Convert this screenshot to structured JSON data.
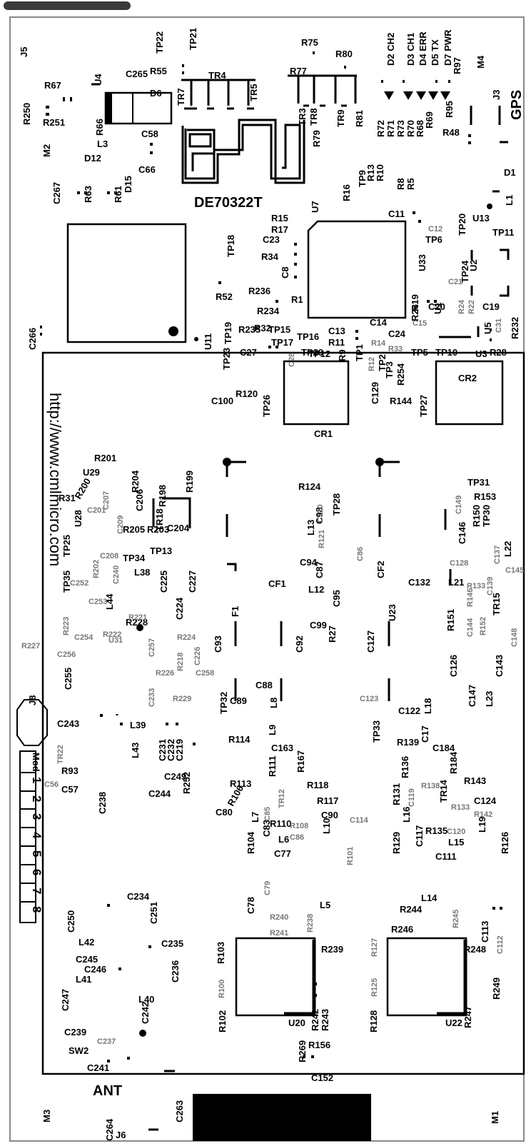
{
  "board": {
    "part_number": "DE70322T",
    "url": "http://www.cmlmicro.com",
    "gps_label": "GPS",
    "ant_label": "ANT",
    "mod_label": "Mod",
    "mod_numbers": [
      "1",
      "2",
      "3",
      "4",
      "5",
      "6",
      "7",
      "8"
    ]
  },
  "leds": [
    "D2 CH2",
    "D3 CH1",
    "D4 ERR",
    "D5 TX",
    "D7 PWR"
  ],
  "chips": {
    "cr1": "CR1",
    "cr2": "CR2",
    "u20": "U20",
    "u22": "U22"
  },
  "designators": {
    "J5": "J5",
    "R67": "R67",
    "R250": "R250",
    "R251": "R251",
    "M2": "M2",
    "U4": "U4",
    "C265": "C265",
    "R55": "R55",
    "TP22": "TP22",
    "TP21": "TP21",
    "TR4": "TR4",
    "TR7": "TR7",
    "TR5": "TR5",
    "D6": "D6",
    "R66": "R66",
    "L3": "L3",
    "C58": "C58",
    "D12": "D12",
    "C66": "C66",
    "D15": "D15",
    "C267": "C267",
    "R63": "R63",
    "R61": "R61",
    "R75": "R75",
    "R80": "R80",
    "R77": "R77",
    "TR3": "TR3",
    "TR8": "TR8",
    "TR9": "TR9",
    "R79": "R79",
    "R81": "R81",
    "M4": "M4",
    "R97": "R97",
    "J3": "J3",
    "R72": "R72",
    "R71": "R71",
    "R73": "R73",
    "R70": "R70",
    "R68": "R68",
    "R69": "R69",
    "R95": "R95",
    "R48": "R48",
    "R16": "R16",
    "TP9": "TP9",
    "R13": "R13",
    "R10": "R10",
    "R8": "R8",
    "R5": "R5",
    "D1": "D1",
    "L1": "L1",
    "C11": "C11",
    "U13": "U13",
    "TP20": "TP20",
    "TP11": "TP11",
    "C12": "C12",
    "TP6": "TP6",
    "U7": "U7",
    "R15": "R15",
    "R17": "R17",
    "C23": "C23",
    "TP18": "TP18",
    "R34": "R34",
    "C8": "C8",
    "R1": "R1",
    "U33": "U33",
    "TP24": "TP24",
    "U2": "U2",
    "C21": "C21",
    "R52": "R52",
    "R236": "R236",
    "R234": "R234",
    "R19": "R19",
    "R26": "R26",
    "C20": "C20",
    "R24": "R24",
    "R22": "R22",
    "C19": "C19",
    "U1": "U1",
    "C31": "C31",
    "R232": "R232",
    "U5": "U5",
    "C266": "C266",
    "U11": "U11",
    "TP19": "TP19",
    "R235": "R235",
    "TP15": "TP15",
    "TP16": "TP16",
    "C13": "C13",
    "C14": "C14",
    "R11": "R11",
    "R14": "R14",
    "C24": "C24",
    "C15": "C15",
    "R9": "R9",
    "R33": "R33",
    "TP17": "TP17",
    "R32": "R32",
    "TP12": "TP12",
    "TP23": "TP23",
    "C27": "C27",
    "C28": "C28",
    "TP29": "TP29",
    "TP1": "TP1",
    "R12": "R12",
    "TP2": "TP2",
    "TP5": "TP5",
    "TP10": "TP10",
    "U3": "U3",
    "R28": "R28",
    "TP3": "TP3",
    "R254": "R254",
    "R120": "R120",
    "C100": "C100",
    "TP26": "TP26",
    "C129": "C129",
    "R144": "R144",
    "TP27": "TP27",
    "TP31": "TP31",
    "R153": "R153",
    "R201": "R201",
    "U29": "U29",
    "R200": "R200",
    "R204": "R204",
    "R198": "R198",
    "R199": "R199",
    "C206": "C206",
    "C207": "C207",
    "R31": "R31",
    "C201": "C201",
    "TR18": "TR18",
    "U28": "U28",
    "C209": "C209",
    "R205": "R205",
    "R203": "R203",
    "C204": "C204",
    "R124": "R124",
    "TP28": "TP28",
    "C110": "C110",
    "C98": "C98",
    "R121": "R121",
    "L13": "L13",
    "C149": "C149",
    "R150": "R150",
    "TP30": "TP30",
    "C146": "C146",
    "C137": "C137",
    "L22": "L22",
    "C145": "C145",
    "C128": "C128",
    "TP25": "TP25",
    "C208": "C208",
    "TP34": "TP34",
    "TP13": "TP13",
    "R202": "R202",
    "C240": "C240",
    "L38": "L38",
    "C225": "C225",
    "C227": "C227",
    "TP35": "TP35",
    "C252": "C252",
    "C253": "C253",
    "L44": "L44",
    "C224": "C224",
    "R221": "R221",
    "C94": "C94",
    "C87": "C87",
    "C86": "C86",
    "CF1": "CF1",
    "L12": "L12",
    "C95": "C95",
    "CF2": "CF2",
    "L21": "L21",
    "C132": "C132",
    "R133": "R133",
    "C139": "C139",
    "TR15": "TR15",
    "R146": "R146",
    "C144": "C144",
    "R152": "R152",
    "C148": "C148",
    "R151": "R151",
    "R223": "R223",
    "C254": "C254",
    "R222": "R222",
    "R228": "R228",
    "R224": "R224",
    "C226": "C226",
    "R227": "R227",
    "U31": "U31",
    "R218": "R218",
    "C257": "C257",
    "F1": "F1",
    "C99": "C99",
    "R27": "R27",
    "U23": "U23",
    "C256": "C256",
    "C93": "C93",
    "C92": "C92",
    "C127": "C127",
    "C126": "C126",
    "C143": "C143",
    "C147": "C147",
    "L23": "L23",
    "R226": "R226",
    "C258": "C258",
    "C233": "C233",
    "R229": "R229",
    "C255": "C255",
    "TP32": "TP32",
    "C88": "C88",
    "C123": "C123",
    "J8": "J8",
    "C89": "C89",
    "L8": "L8",
    "C122": "C122",
    "L18": "L18",
    "C243": "C243",
    "L39": "L39",
    "L9": "L9",
    "R114": "R114",
    "C163": "C163",
    "TP33": "TP33",
    "R139": "R139",
    "C17": "C17",
    "C184": "C184",
    "TR22": "TR22",
    "C231": "C231",
    "C232": "C232",
    "C219": "C219",
    "L43": "L43",
    "R111": "R111",
    "R167": "R167",
    "R136": "R136",
    "R184": "R184",
    "C56": "C56",
    "R93": "R93",
    "C249": "C249",
    "R252": "R252",
    "R113": "R113",
    "R118": "R118",
    "R138": "R138",
    "R143": "R143",
    "C57": "C57",
    "C244": "C244",
    "C238": "C238",
    "R106": "R106",
    "C85": "C85",
    "TR12": "TR12",
    "R117": "R117",
    "R131": "R131",
    "C119": "C119",
    "TR14": "TR14",
    "R133b": "R133",
    "C124": "C124",
    "C80": "C80",
    "L7": "L7",
    "R108": "R108",
    "C90": "C90",
    "C114": "C114",
    "L16": "L16",
    "R142": "R142",
    "C83": "C83",
    "R110": "R110",
    "C86b": "C86",
    "L10": "L10",
    "C117": "C117",
    "R135": "R135",
    "C120": "C120",
    "L19": "L19",
    "R104": "R104",
    "L6": "L6",
    "R101": "R101",
    "R129": "R129",
    "L15": "L15",
    "R126": "R126",
    "C77": "C77",
    "C111": "C111",
    "C234": "C234",
    "C250": "C250",
    "C251": "C251",
    "C79": "C79",
    "C78": "C78",
    "R240": "R240",
    "L5": "L5",
    "L14": "L14",
    "R244": "R244",
    "R245": "R245",
    "R241": "R241",
    "R238": "R238",
    "R246": "R246",
    "C113": "C113",
    "C112": "C112",
    "L42": "L42",
    "C235": "C235",
    "R103": "R103",
    "R239": "R239",
    "R127": "R127",
    "R248": "R248",
    "C245": "C245",
    "C246": "C246",
    "C236": "C236",
    "L41": "L41",
    "R100": "R100",
    "R125": "R125",
    "R249": "R249",
    "C247": "C247",
    "L40": "L40",
    "C242": "C242",
    "R102": "R102",
    "R242": "R242",
    "R243": "R243",
    "R128": "R128",
    "R247": "R247",
    "C239": "C239",
    "C237": "C237",
    "R269": "R269",
    "R156": "R156",
    "SW2": "SW2",
    "C241": "C241",
    "C152": "C152",
    "M3": "M3",
    "C263": "C263",
    "C264": "C264",
    "J6": "J6",
    "M1": "M1"
  }
}
